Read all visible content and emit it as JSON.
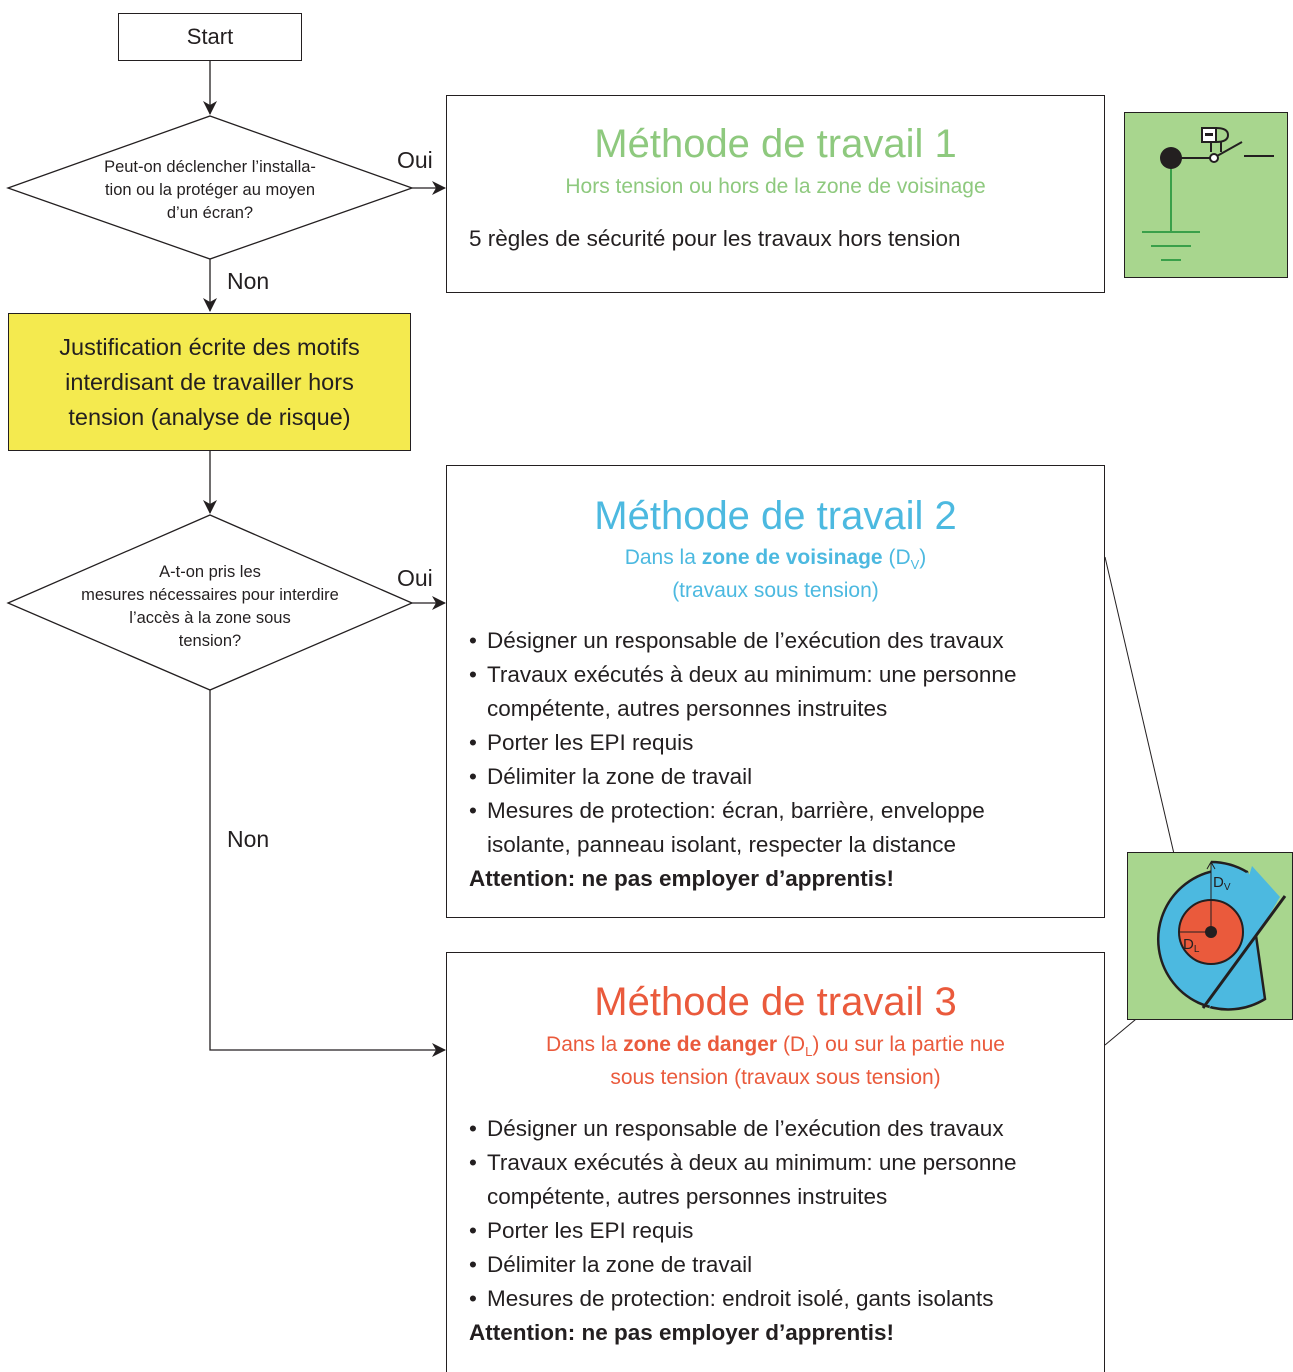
{
  "start": "Start",
  "decision1": {
    "lines": [
      "Peut-on déclencher l’installa-",
      "tion ou la protéger au moyen",
      "d’un écran?"
    ],
    "yes": "Oui",
    "no": "Non"
  },
  "justification": {
    "lines": [
      "Justification écrite des motifs",
      "interdisant de travailler hors",
      "tension (analyse de risque)"
    ]
  },
  "decision2": {
    "lines": [
      "A-t-on pris les",
      "mesures nécessaires pour interdire",
      "l’accès à la zone sous",
      "tension?"
    ],
    "yes": "Oui",
    "no": "Non"
  },
  "method1": {
    "title": "Méthode de travail 1",
    "subtitle": "Hors tension ou hors de la zone de voisinage",
    "body": "5 règles de sécurité pour les travaux hors tension"
  },
  "method2": {
    "title": "Méthode de travail 2",
    "subtitle_pre": "Dans la ",
    "subtitle_bold": "zone de voisinage",
    "subtitle_post_open": " (D",
    "subtitle_sub": "V",
    "subtitle_post_close": ")",
    "subtitle_line2": "(travaux sous tension)",
    "bullets": [
      "Désigner un responsable de l’exécution des travaux",
      "Travaux exécutés à deux au minimum: une personne compétente, autres personnes instruites",
      "Porter les EPI requis",
      "Délimiter la zone de travail",
      "Mesures de protection: écran, barrière, enveloppe isolante, panneau isolant, respecter la distance"
    ],
    "warning": "Attention: ne pas employer d’apprentis!"
  },
  "method3": {
    "title": "Méthode de travail 3",
    "subtitle_pre": "Dans la ",
    "subtitle_bold": "zone de danger",
    "subtitle_post_open": " (D",
    "subtitle_sub": "L",
    "subtitle_post_close": ") ou sur la partie nue",
    "subtitle_line2": "sous tension (travaux sous tension)",
    "bullets": [
      "Désigner un responsable de l’exécution des travaux",
      "Travaux exécutés à deux au minimum: une personne compétente, autres personnes instruites",
      "Porter les EPI requis",
      "Délimiter la zone de travail",
      "Mesures de protection: endroit isolé, gants isolants"
    ],
    "warning": "Attention: ne pas employer d’apprentis!"
  },
  "zone_figure": {
    "dv": "D",
    "dv_sub": "V",
    "dl": "D",
    "dl_sub": "L"
  },
  "colors": {
    "green_text": "#8ec97e",
    "green_fill": "#a8d68e",
    "blue": "#4cb9e0",
    "red": "#ea5a3c",
    "yellow": "#f4ea4f"
  }
}
